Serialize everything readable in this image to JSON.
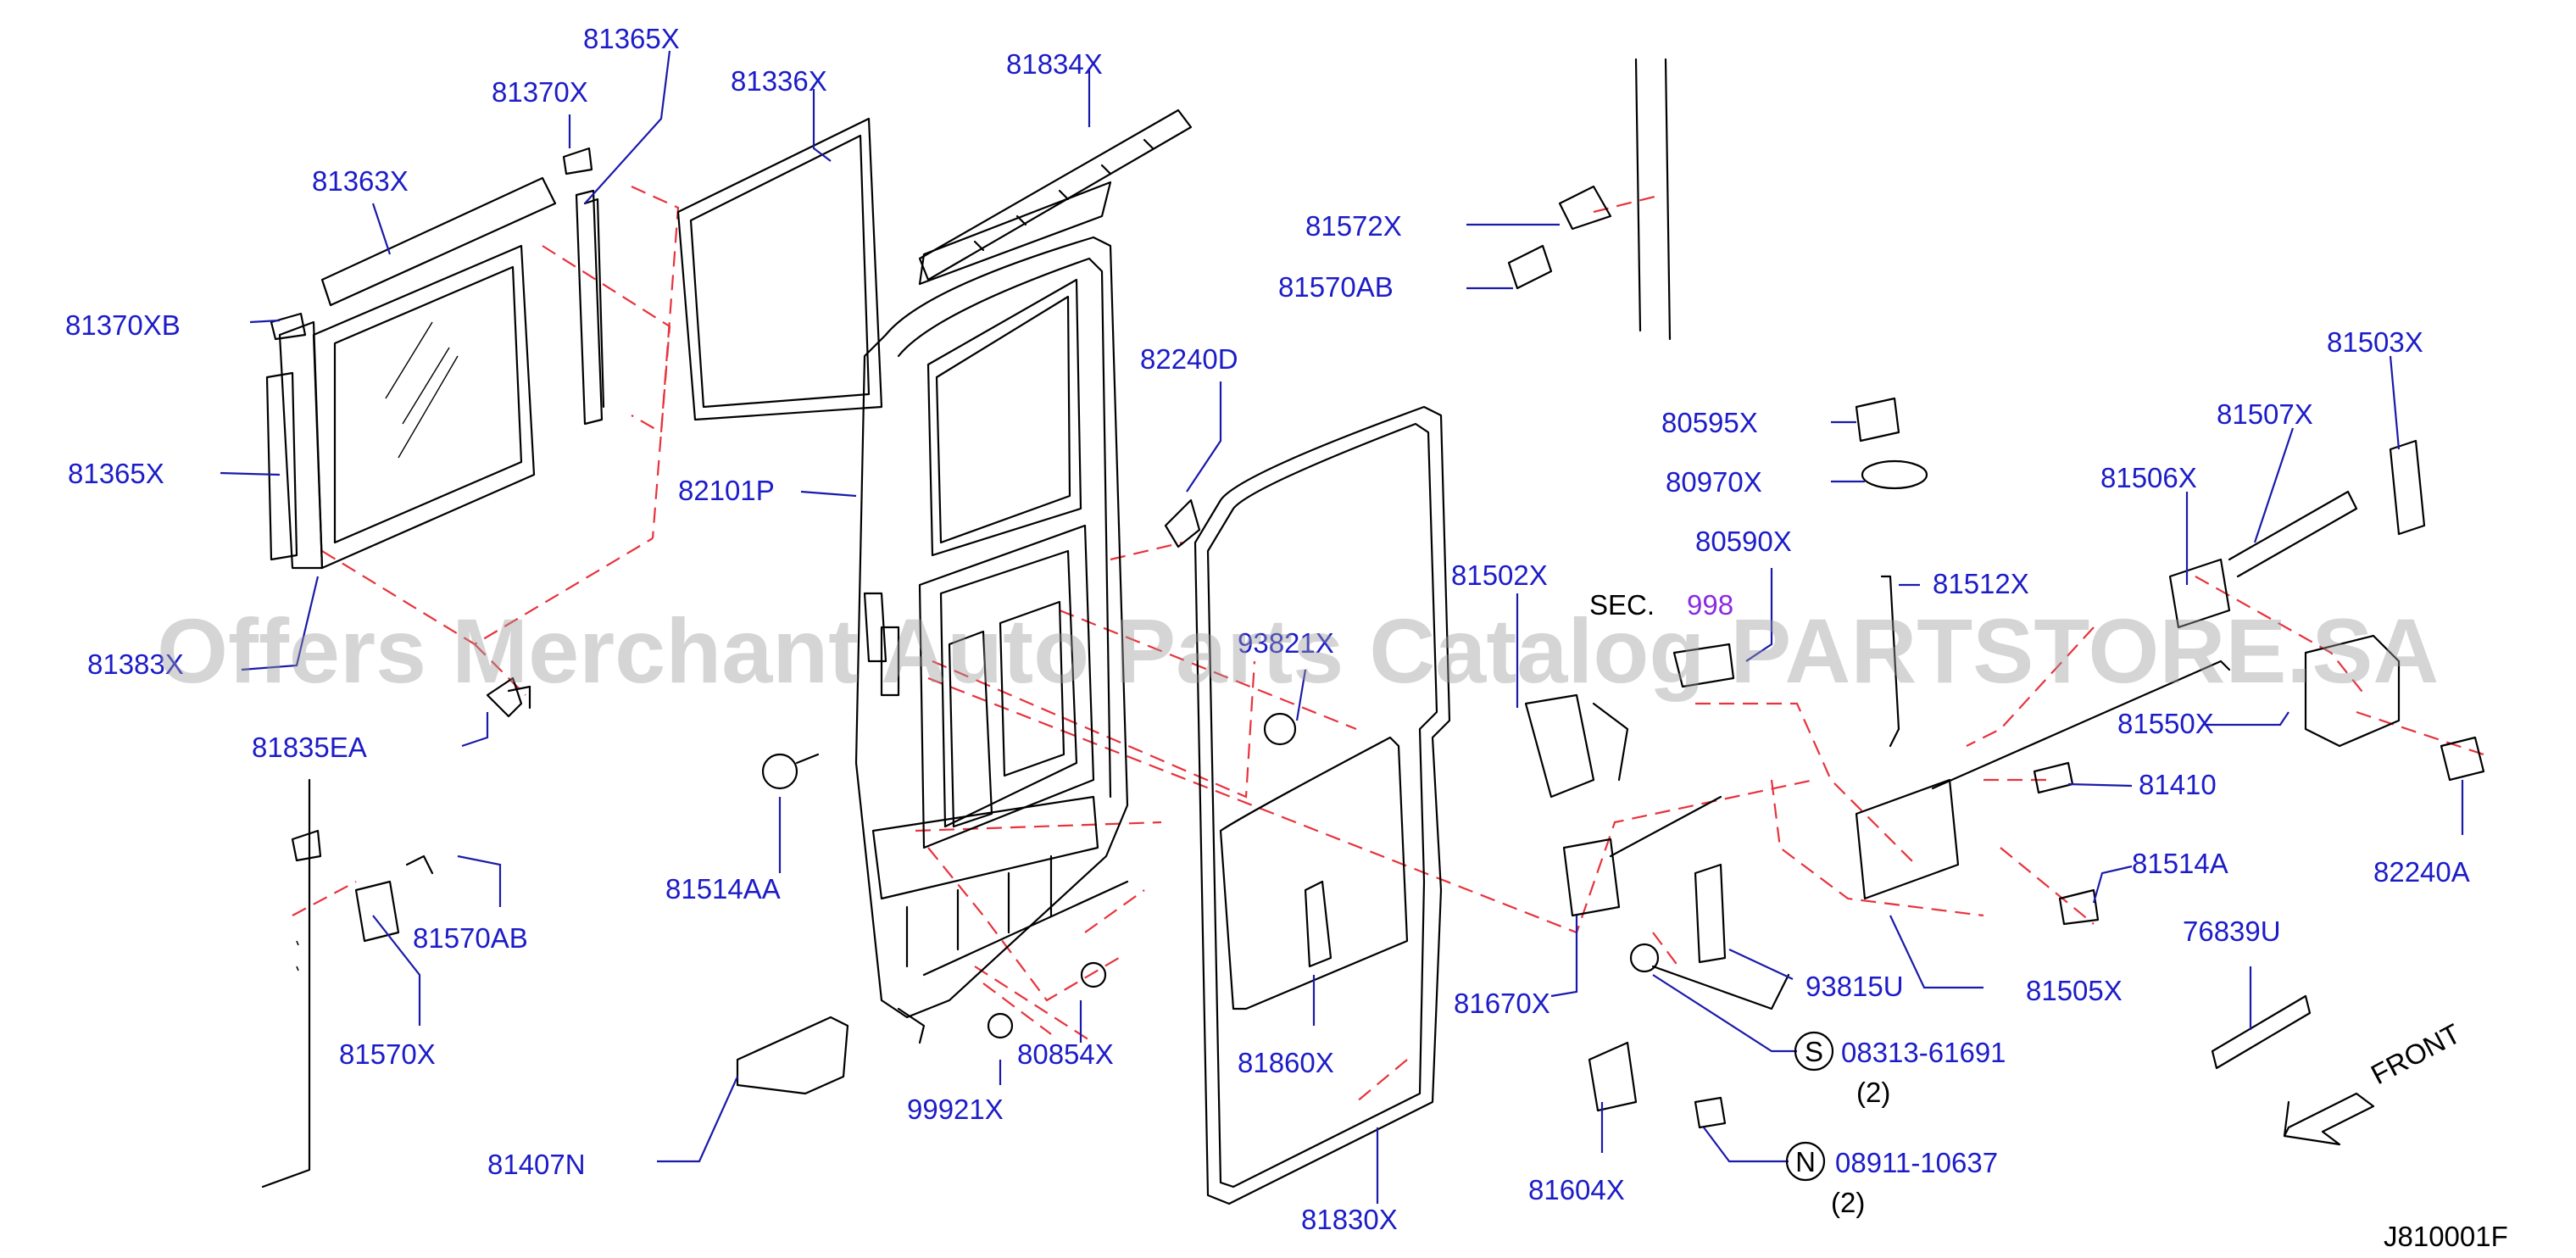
{
  "diagram_id": "J810001F",
  "watermark": "Offers Merchant Auto Parts Catalog PARTSTORE.SA",
  "front_label": "FRONT",
  "section_ref": {
    "prefix": "SEC.",
    "number": "998"
  },
  "parts": {
    "p81365X_top": "81365X",
    "p81370X": "81370X",
    "p81336X": "81336X",
    "p81834X": "81834X",
    "p81363X": "81363X",
    "p81370XB": "81370XB",
    "p81365X_left": "81365X",
    "p81383X": "81383X",
    "p81835EA": "81835EA",
    "p81570AB_left": "81570AB",
    "p81570X": "81570X",
    "p82101P": "82101P",
    "p81514AA": "81514AA",
    "p81407N": "81407N",
    "p99921X": "99921X",
    "p80854X": "80854X",
    "p82240D": "82240D",
    "p93821X": "93821X",
    "p81860X": "81860X",
    "p81830X": "81830X",
    "p81572X": "81572X",
    "p81570AB_right": "81570AB",
    "p80595X": "80595X",
    "p80970X": "80970X",
    "p80590X": "80590X",
    "p81502X": "81502X",
    "p81512X": "81512X",
    "p81503X": "81503X",
    "p81507X": "81507X",
    "p81506X": "81506X",
    "p81550X": "81550X",
    "p81410": "81410",
    "p81514A": "81514A",
    "p82240A": "82240A",
    "p76839U": "76839U",
    "p93815U": "93815U",
    "p81505X": "81505X",
    "p81670X": "81670X",
    "p81604X": "81604X"
  },
  "fasteners": [
    {
      "code": "S",
      "part": "08313-61691",
      "qty": "(2)"
    },
    {
      "code": "N",
      "part": "08911-10637",
      "qty": "(2)"
    }
  ]
}
